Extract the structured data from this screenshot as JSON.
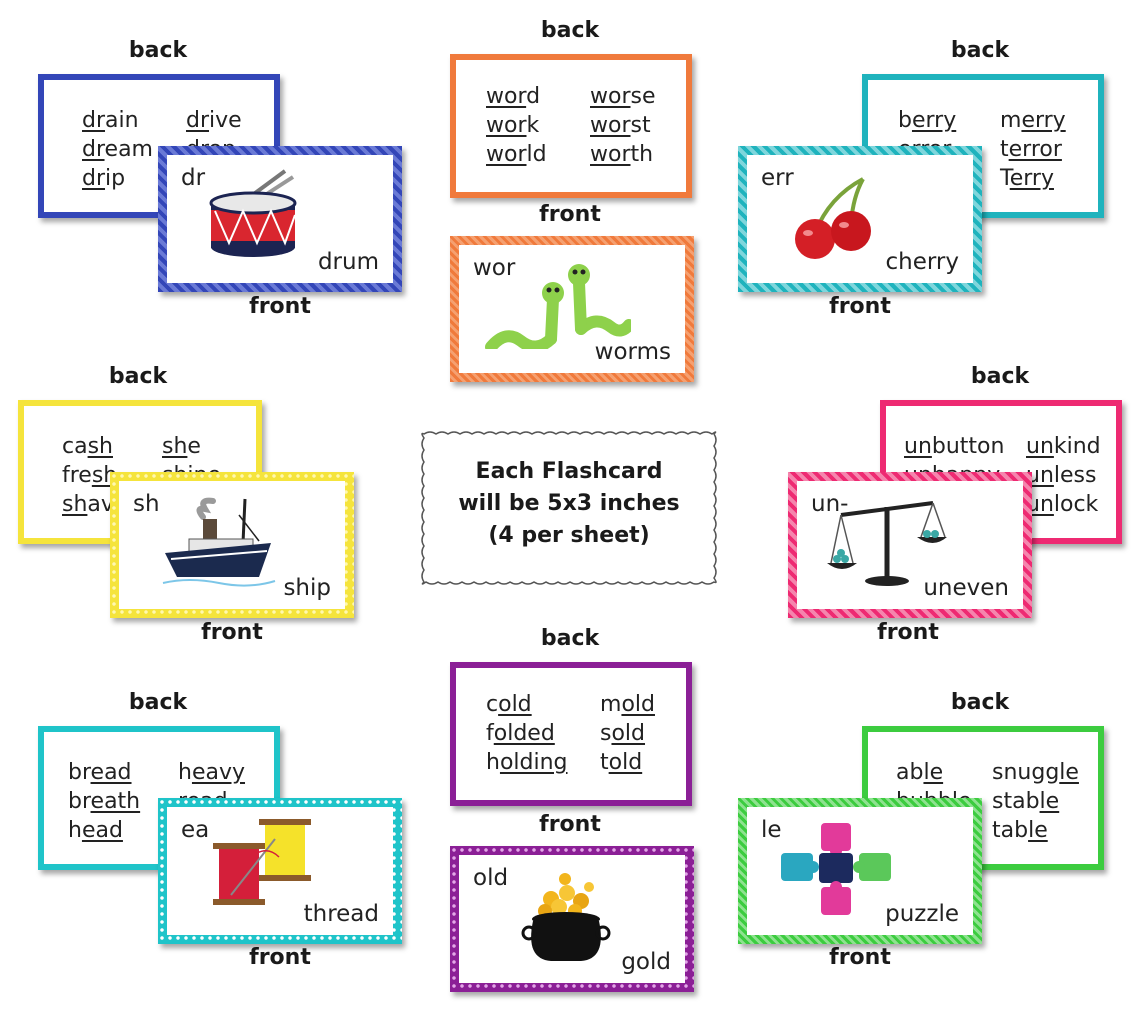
{
  "labels": {
    "back": "back",
    "front": "front"
  },
  "center": {
    "line1": "Each Flashcard",
    "line2": "will be 5x3 inches",
    "line3": "(4 per sheet)"
  },
  "sets": [
    {
      "color": "#3346b8",
      "sound": "dr",
      "keyword": "drum",
      "col1": [
        [
          "dr",
          "ain"
        ],
        [
          "dr",
          "eam"
        ],
        [
          "dr",
          "ip"
        ]
      ],
      "col2": [
        [
          "dr",
          "ive"
        ],
        [
          "dr",
          "op"
        ],
        [
          "",
          ""
        ]
      ]
    },
    {
      "color": "#f07a3c",
      "sound": "wor",
      "keyword": "worms",
      "col1": [
        [
          "wor",
          "d"
        ],
        [
          "wor",
          "k"
        ],
        [
          "wor",
          "ld"
        ]
      ],
      "col2": [
        [
          "wor",
          "se"
        ],
        [
          "wor",
          "st"
        ],
        [
          "wor",
          "th"
        ]
      ]
    },
    {
      "color": "#1fb3bd",
      "sound": "err",
      "keyword": "cherry",
      "col1": [
        [
          "b",
          "erry"
        ],
        [
          "",
          "error"
        ],
        [
          "",
          ""
        ]
      ],
      "col2": [
        [
          "m",
          "erry"
        ],
        [
          "t",
          "error"
        ],
        [
          "T",
          "erry"
        ]
      ]
    },
    {
      "color": "#f5e43c",
      "sound": "sh",
      "keyword": "ship",
      "col1": [
        [
          "ca",
          "sh"
        ],
        [
          "fre",
          "sh"
        ],
        [
          "sh",
          "ave"
        ]
      ],
      "col2": [
        [
          "sh",
          "e"
        ],
        [
          "sh",
          "ine"
        ],
        [
          "",
          ""
        ]
      ]
    },
    {
      "color": "#ee2a72",
      "sound": "un-",
      "keyword": "uneven",
      "col1": [
        [
          "un",
          "button"
        ],
        [
          "un",
          "happy"
        ],
        [
          "",
          ""
        ]
      ],
      "col2": [
        [
          "un",
          "kind"
        ],
        [
          "un",
          "less"
        ],
        [
          "un",
          "lock"
        ]
      ]
    },
    {
      "color": "#1fc4c9",
      "sound": "ea",
      "keyword": "thread",
      "col1": [
        [
          "br",
          "ead"
        ],
        [
          "br",
          "eath"
        ],
        [
          "h",
          "ead"
        ]
      ],
      "col2": [
        [
          "h",
          "eavy"
        ],
        [
          "r",
          "ead"
        ],
        [
          "",
          ""
        ]
      ]
    },
    {
      "color": "#8b1f96",
      "sound": "old",
      "keyword": "gold",
      "col1": [
        [
          "c",
          "old"
        ],
        [
          "f",
          "olded"
        ],
        [
          "h",
          "olding"
        ]
      ],
      "col2": [
        [
          "m",
          "old"
        ],
        [
          "s",
          "old"
        ],
        [
          "t",
          "old"
        ]
      ]
    },
    {
      "color": "#3ccc3f",
      "sound": "le",
      "keyword": "puzzle",
      "col1": [
        [
          "ab",
          "le"
        ],
        [
          "bubb",
          "le"
        ],
        [
          "",
          ""
        ]
      ],
      "col2": [
        [
          "snugg",
          "le"
        ],
        [
          "stab",
          "le"
        ],
        [
          "tab",
          "le"
        ]
      ]
    }
  ]
}
